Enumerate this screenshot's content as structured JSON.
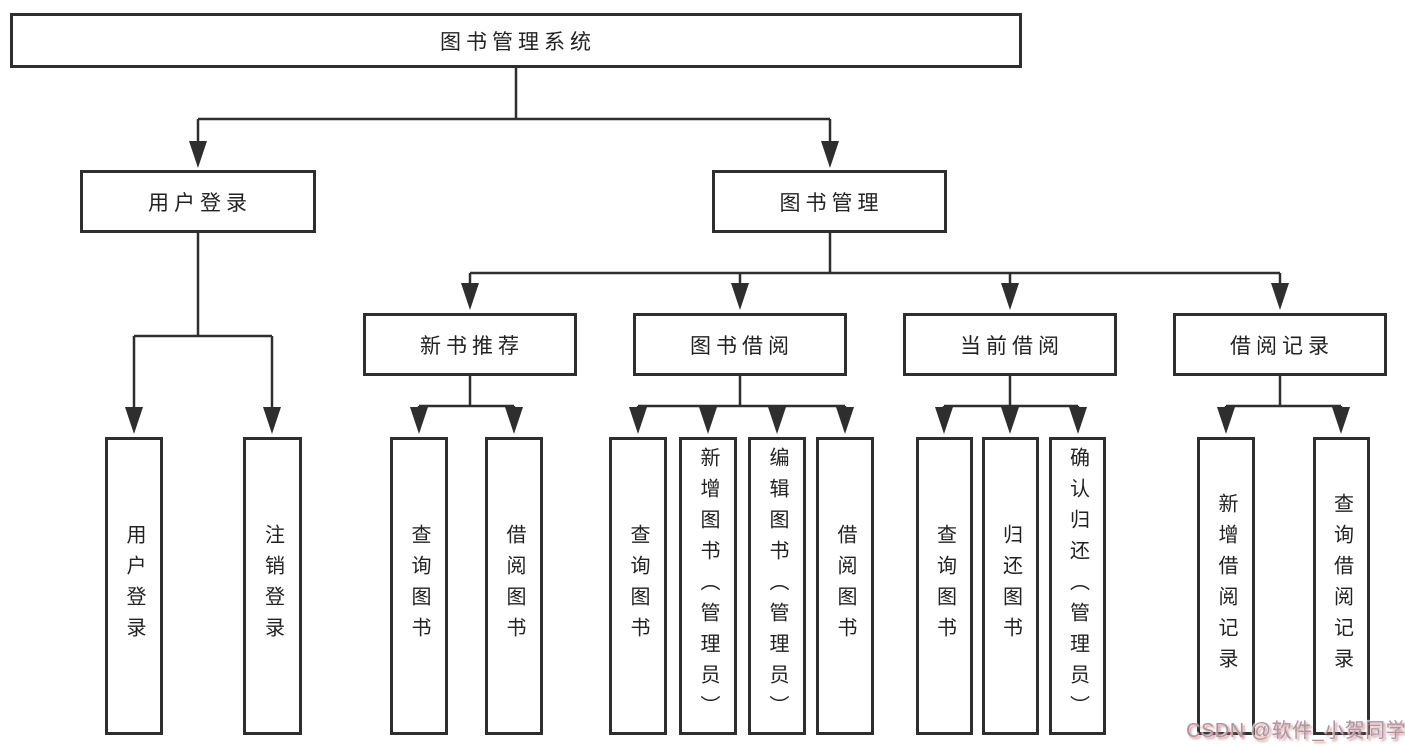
{
  "diagram": {
    "type": "feature-tree",
    "line_color": "#2e2e2e",
    "box_border_color": "#2e2e2e",
    "text_color": "#222222",
    "background_color": "#ffffff",
    "tree": {
      "root": {
        "label": "图书管理系统",
        "children": [
          {
            "label": "用户登录",
            "children": [
              {
                "label": "用户登录"
              },
              {
                "label": "注销登录"
              }
            ]
          },
          {
            "label": "图书管理",
            "children": [
              {
                "label": "新书推荐",
                "children": [
                  {
                    "label": "查询图书"
                  },
                  {
                    "label": "借阅图书"
                  }
                ]
              },
              {
                "label": "图书借阅",
                "children": [
                  {
                    "label": "查询图书"
                  },
                  {
                    "label": "新增图书（管理员）"
                  },
                  {
                    "label": "编辑图书（管理员）"
                  },
                  {
                    "label": "借阅图书"
                  }
                ]
              },
              {
                "label": "当前借阅",
                "children": [
                  {
                    "label": "查询图书"
                  },
                  {
                    "label": "归还图书"
                  },
                  {
                    "label": "确认归还（管理员）"
                  }
                ]
              },
              {
                "label": "借阅记录",
                "children": [
                  {
                    "label": "新增借阅记录"
                  },
                  {
                    "label": "查询借阅记录"
                  }
                ]
              }
            ]
          }
        ]
      }
    }
  },
  "watermark": {
    "text": "CSDN @软件_小贺同学",
    "text_color": "#9b9fa4",
    "shadow_color": "#e05a6e"
  }
}
